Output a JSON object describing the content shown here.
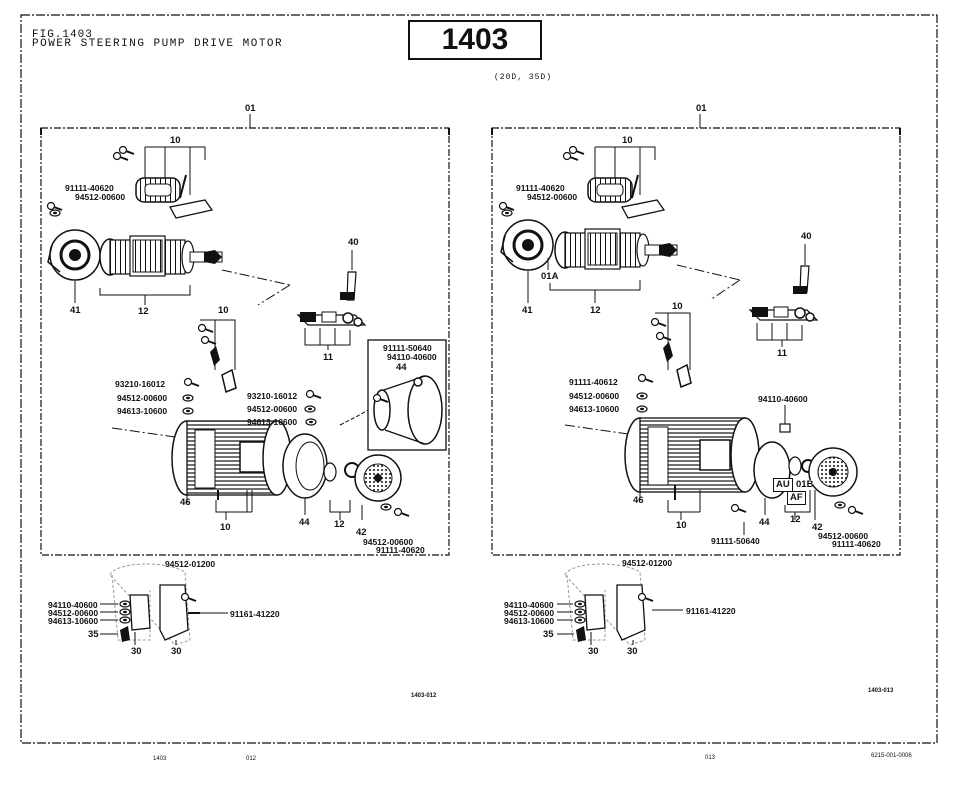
{
  "header": {
    "fig_number": "FIG.1403",
    "fig_title": "POWER STEERING PUMP DRIVE MOTOR",
    "page_code": "1403",
    "models": "(20D, 35D)"
  },
  "left_panel": {
    "assembly_no": "01",
    "labels": {
      "brush_group": "10",
      "bolt_a": "91111-40620",
      "washer_a": "94512-00600",
      "terminal": "40",
      "end_frame": "41",
      "armature": "12",
      "holder_group": "10",
      "brush_holder": "11",
      "band_bolt": "91111-50640",
      "band_nut": "94110-40600",
      "band": "44",
      "bolt_b": "93210-16012",
      "washer_b": "94512-00600",
      "washer_c": "94613-10600",
      "bolt_b2": "93210-16012",
      "washer_b2": "94512-00600",
      "washer_c2": "94613-10600",
      "yoke": "46",
      "field_group": "10",
      "band2": "44",
      "armature2": "12",
      "bearing": "42",
      "washer_d": "94512-00600",
      "bolt_d": "91111-40620"
    },
    "bracket": {
      "bolt": "94512-01200",
      "nut": "94110-40600",
      "washer1": "94512-00600",
      "washer2": "94613-10600",
      "screw": "91161-41220",
      "part35": "35",
      "part30a": "30",
      "part30b": "30"
    },
    "drawing_code": "1403-012"
  },
  "right_panel": {
    "assembly_no": "01",
    "labels": {
      "brush_group": "10",
      "bolt_a": "91111-40620",
      "washer_a": "94512-00600",
      "terminal": "40",
      "end_frame": "41",
      "sub_a": "01A",
      "armature": "12",
      "holder_group": "10",
      "brush_holder": "11",
      "bolt_b": "91111-40612",
      "washer_b": "94512-00600",
      "washer_c": "94613-10600",
      "nut": "94110-40600",
      "yoke": "46",
      "field_group": "10",
      "band": "44",
      "au": "AU",
      "af": "AF",
      "sub_b": "01B",
      "armature2": "12",
      "bearing": "42",
      "band_bolt": "91111-50640",
      "washer_d": "94512-00600",
      "bolt_d": "91111-40620"
    },
    "bracket": {
      "bolt": "94512-01200",
      "nut": "94110-40600",
      "washer1": "94512-00600",
      "washer2": "94613-10600",
      "screw": "91161-41220",
      "part35": "35",
      "part30a": "30",
      "part30b": "30"
    },
    "drawing_code": "1403-013"
  },
  "footer": {
    "left_a": "1403",
    "left_b": "012",
    "mid": "013",
    "right": "6215-001-0006"
  }
}
